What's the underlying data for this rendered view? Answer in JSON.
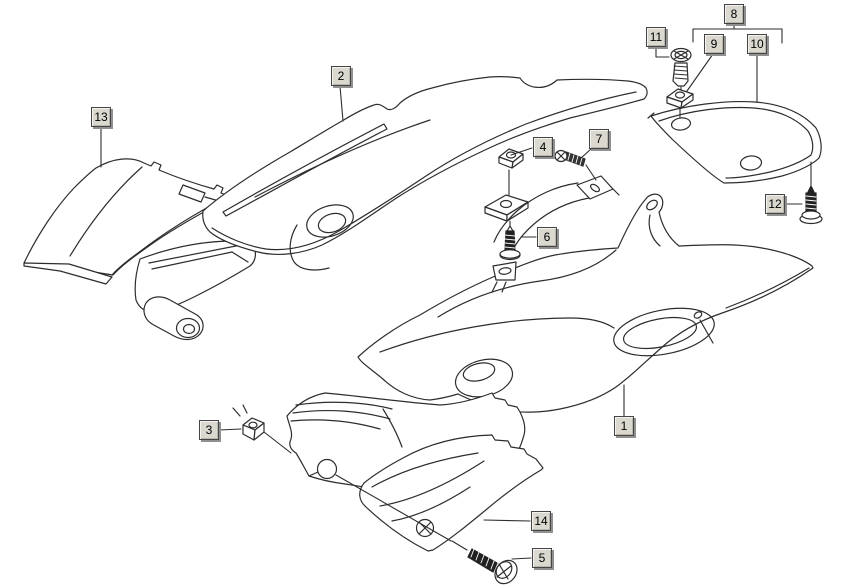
{
  "callouts": [
    {
      "number": "1"
    },
    {
      "number": "2"
    },
    {
      "number": "3"
    },
    {
      "number": "4"
    },
    {
      "number": "5"
    },
    {
      "number": "6"
    },
    {
      "number": "7"
    },
    {
      "number": "8"
    },
    {
      "number": "9"
    },
    {
      "number": "10"
    },
    {
      "number": "11"
    },
    {
      "number": "12"
    },
    {
      "number": "13"
    },
    {
      "number": "14"
    }
  ],
  "colors": {
    "background": "#ffffff",
    "line": "#2d2d2d",
    "callout_fill": "#dbd8d0",
    "callout_border": "#454545",
    "callout_shadow": "#909090",
    "callout_text": "#000000"
  }
}
